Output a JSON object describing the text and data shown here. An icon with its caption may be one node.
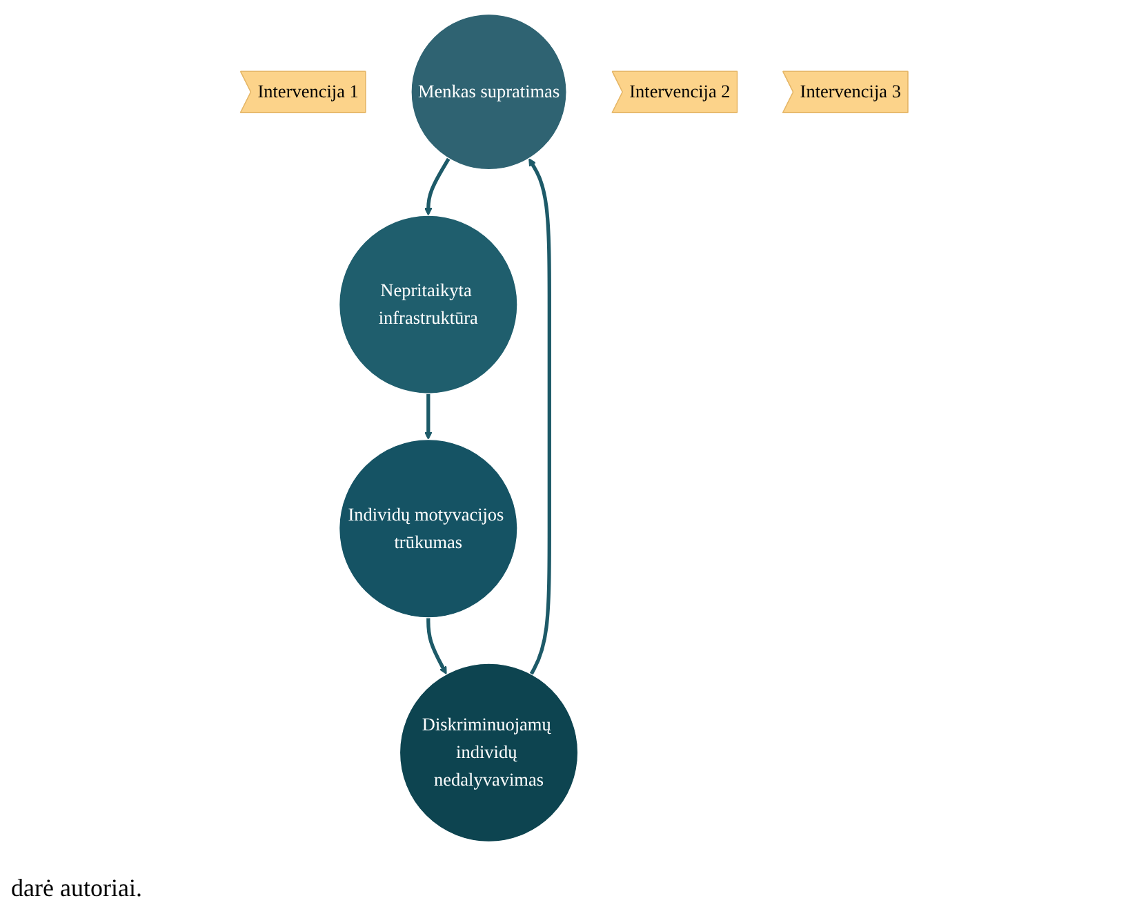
{
  "diagram": {
    "nodes": [
      {
        "text": [
          "Intervencija 1"
        ]
      },
      {
        "text": [
          "Menkas supratimas"
        ]
      },
      {
        "text": [
          "Intervencija 2"
        ]
      },
      {
        "text": [
          "Diskriminuojamų individų nedalyvavimas"
        ]
      },
      {
        "text": [
          "Nepritaikyta infrastruktūra"
        ]
      },
      {
        "text": [
          "Individų motyvacijos trūkumas"
        ]
      },
      {
        "text": [
          "Intervencija 3"
        ]
      }
    ],
    "edges": [
      {
        "from": 1,
        "to": 4,
        "arrow": "to"
      },
      {
        "from": 4,
        "to": 5,
        "arrow": "to"
      },
      {
        "from": 5,
        "to": 3,
        "arrow": "to"
      },
      {
        "from": 3,
        "to": 1,
        "arrow": "to"
      }
    ],
    "labels": [
      "darė autoriai."
    ]
  }
}
